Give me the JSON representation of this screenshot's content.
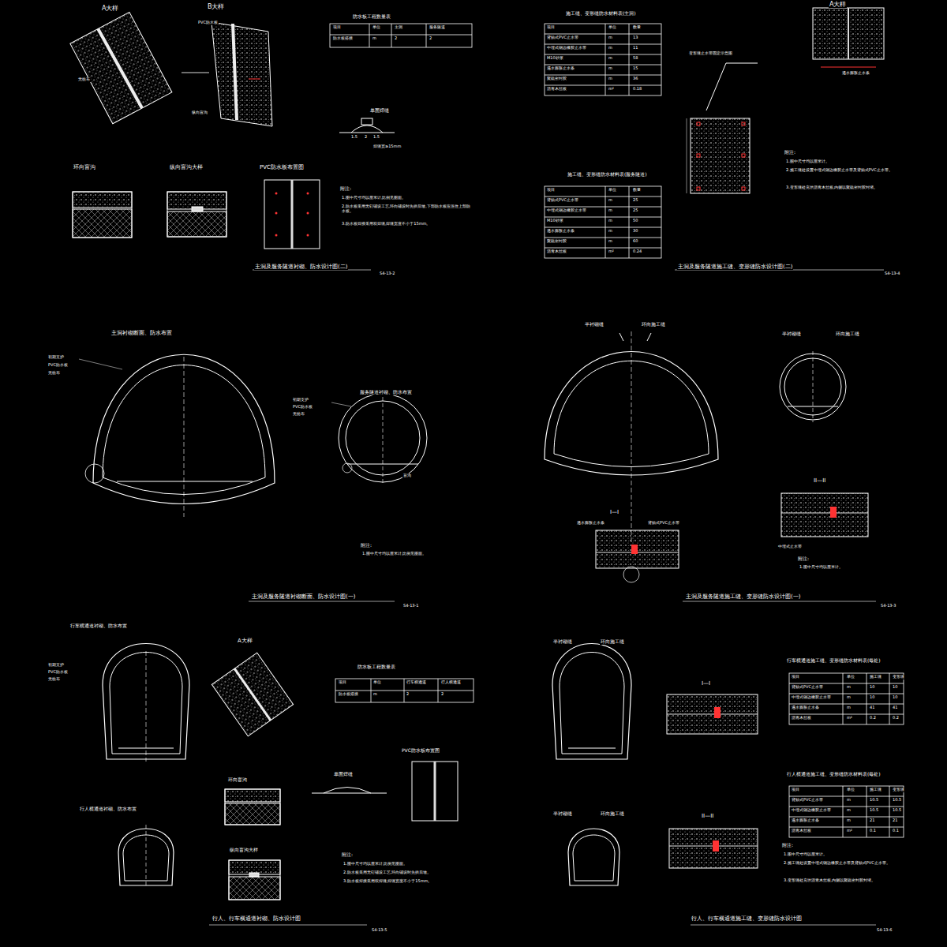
{
  "diagram": {
    "labels": [
      "A大样",
      "B大样",
      "PVC防水板",
      "无纺布",
      "纵向盲沟",
      "防水板工程数量表",
      "项目",
      "单位",
      "主洞",
      "服务隧道",
      "防水板搭接",
      "m",
      "2",
      "2",
      "单面焊缝",
      "1.5",
      "2",
      "1.5",
      "焊缝宽≥15mm",
      "环向盲沟",
      "纵向盲沟大样",
      "PVC防水板布置图",
      "附注:",
      "1.图中尺寸均以厘米计,比例见图面。",
      "2.防水板采用无钉铺设工艺,环向铺设时先拱后墙,下部防水板应压住上部防水板。",
      "3.防水板焊接采用双焊缝,焊缝宽度不小于15mm。",
      "主洞及服务隧道衬砌、防水设计图(二)",
      "S4-13-2",
      "施工缝、变形缝防水材料表(主洞)",
      "项目",
      "单位",
      "数量",
      "背贴式PVC止水带",
      "m",
      "13",
      "中埋式钢边橡胶止水带",
      "m",
      "11",
      "M10砂浆",
      "m",
      "58",
      "遇水膨胀止水条",
      "m",
      "15",
      "聚硫密封胶",
      "m",
      "36",
      "沥青木丝板",
      "m²",
      "0.18",
      "施工缝、变形缝防水材料表(服务隧道)",
      "项目",
      "单位",
      "数量",
      "背贴式PVC止水带",
      "m",
      "25",
      "中埋式钢边橡胶止水带",
      "m",
      "25",
      "M10砂浆",
      "m",
      "50",
      "遇水膨胀止水条",
      "m",
      "30",
      "聚硫密封胶",
      "m",
      "60",
      "沥青木丝板",
      "m²",
      "0.24",
      "变形缝止水带固定示意图",
      "A大样",
      "遇水膨胀止水条",
      "附注:",
      "1.图中尺寸均以厘米计。",
      "2.施工缝处设置中埋式钢边橡胶止水带及背贴式PVC止水带。",
      "3.变形缝处充填沥青木丝板,内侧以聚硫密封胶封堵。",
      "主洞及服务隧道施工缝、变形缝防水设计图(二)",
      "S4-13-4",
      "主洞衬砌断面、防水布置",
      "初期支护",
      "PVC防水板",
      "无纺布",
      "服务隧道衬砌、防水布置",
      "初期支护",
      "PVC防水板",
      "无纺布",
      "盲沟",
      "附注:",
      "1.图中尺寸均以厘米计,比例见图面。",
      "主洞及服务隧道衬砌断面、防水设计图(一)",
      "S4-13-1",
      "半衬砌缝",
      "环向施工缝",
      "半衬砌缝",
      "环向施工缝",
      "I—I",
      "II—II",
      "遇水膨胀止水条",
      "背贴式PVC止水带",
      "中埋式止水带",
      "附注:",
      "1.图中尺寸均以厘米计。",
      "主洞及服务隧道施工缝、变形缝防水设计图(一)",
      "S4-13-3",
      "行车横通道衬砌、防水布置",
      "初期支护",
      "PVC防水板",
      "无纺布",
      "A大样",
      "防水板工程数量表",
      "项目",
      "单位",
      "行车横通道",
      "行人横通道",
      "防水板搭接",
      "m",
      "2",
      "2",
      "行人横通道衬砌、防水布置",
      "环向盲沟",
      "单面焊缝",
      "PVC防水板布置图",
      "纵向盲沟大样",
      "附注:",
      "1.图中尺寸均以厘米计,比例见图面。",
      "2.防水板采用无钉铺设工艺,环向铺设时先拱后墙。",
      "3.防水板焊接采用双焊缝,焊缝宽度不小于15mm。",
      "行人、行车横通道衬砌、防水设计图",
      "S4-13-5",
      "半衬砌缝",
      "环向施工缝",
      "I—I",
      "II—II",
      "半衬砌缝",
      "环向施工缝",
      "行车横通道施工缝、变形缝防水材料表(每处)",
      "项目",
      "单位",
      "施工缝",
      "变形缝",
      "背贴式PVC止水带",
      "m",
      "10",
      "10",
      "中埋式钢边橡胶止水带",
      "m",
      "10",
      "10",
      "遇水膨胀止水条",
      "m",
      "41",
      "41",
      "沥青木丝板",
      "m²",
      "0.2",
      "0.2",
      "行人横通道施工缝、变形缝防水材料表(每处)",
      "项目",
      "单位",
      "施工缝",
      "变形缝",
      "背贴式PVC止水带",
      "m",
      "10.5",
      "10.5",
      "中埋式钢边橡胶止水带",
      "m",
      "10.5",
      "10.5",
      "遇水膨胀止水条",
      "m",
      "21",
      "21",
      "沥青木丝板",
      "m²",
      "0.1",
      "0.1",
      "附注:",
      "1.图中尺寸均以厘米计。",
      "2.施工缝处设置中埋式钢边橡胶止水带及背贴式PVC止水带。",
      "3.变形缝处充填沥青木丝板,内侧以聚硫密封胶封堵。",
      "行人、行车横通道施工缝、变形缝防水设计图",
      "S4-13-6"
    ]
  }
}
